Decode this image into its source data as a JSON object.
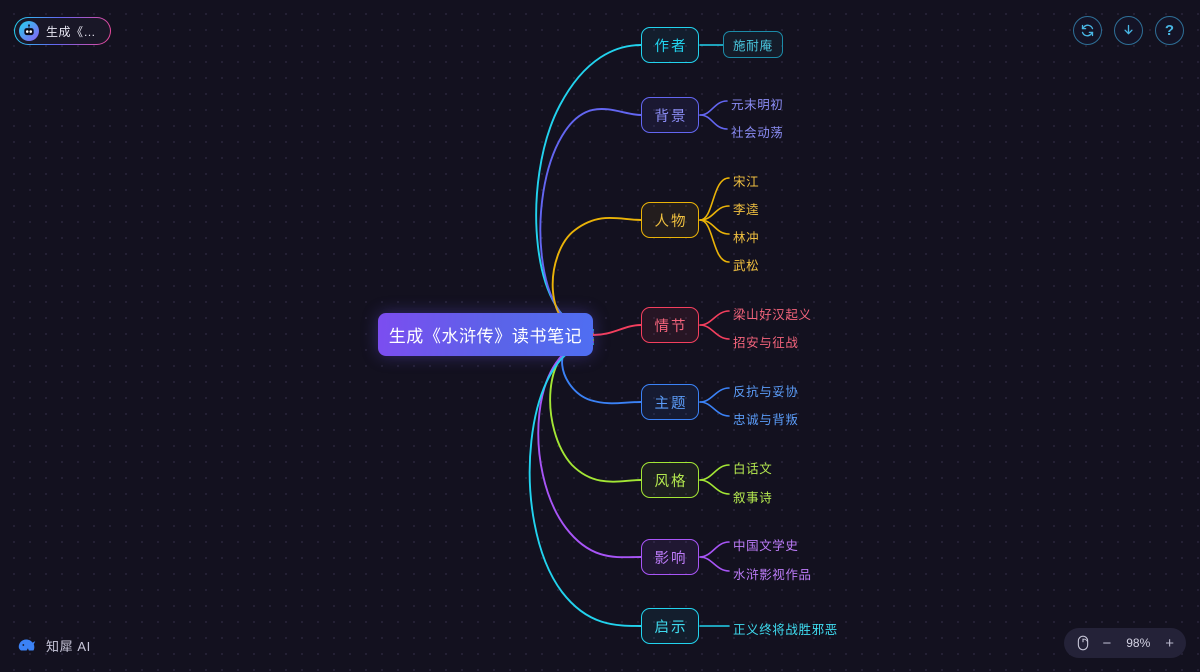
{
  "app": {
    "brand_name": "知犀 AI",
    "brand_icon": "rhino-logo-icon",
    "background_color": "#13111f"
  },
  "session_badge": {
    "label": "生成《…",
    "avatar_icon": "robot-avatar-icon"
  },
  "toolbar": {
    "buttons": [
      {
        "name": "regenerate-button",
        "icon": "refresh-sync-icon",
        "label": ""
      },
      {
        "name": "download-button",
        "icon": "arrow-down-icon",
        "label": ""
      },
      {
        "name": "help-button",
        "icon": "question-mark-icon",
        "label": "?"
      }
    ]
  },
  "zoom_control": {
    "mouse_icon": "mouse-icon",
    "minus_label": "−",
    "percent": "98%",
    "plus_label": "+"
  },
  "mindmap": {
    "root": {
      "label": "生成《水浒传》读书笔记",
      "color": "#6d5ae8"
    },
    "branches": [
      {
        "label": "作者",
        "color": "#22d3ee",
        "children": [
          {
            "label": "施耐庵",
            "boxed": true
          }
        ]
      },
      {
        "label": "背景",
        "color": "#6366f1",
        "children": [
          {
            "label": "元末明初"
          },
          {
            "label": "社会动荡"
          }
        ]
      },
      {
        "label": "人物",
        "color": "#eab308",
        "children": [
          {
            "label": "宋江"
          },
          {
            "label": "李逵"
          },
          {
            "label": "林冲"
          },
          {
            "label": "武松"
          }
        ]
      },
      {
        "label": "情节",
        "color": "#f43f5e",
        "children": [
          {
            "label": "梁山好汉起义"
          },
          {
            "label": "招安与征战"
          }
        ]
      },
      {
        "label": "主题",
        "color": "#3b82f6",
        "children": [
          {
            "label": "反抗与妥协"
          },
          {
            "label": "忠诚与背叛"
          }
        ]
      },
      {
        "label": "风格",
        "color": "#a3e635",
        "children": [
          {
            "label": "白话文"
          },
          {
            "label": "叙事诗"
          }
        ]
      },
      {
        "label": "影响",
        "color": "#a855f7",
        "children": [
          {
            "label": "中国文学史"
          },
          {
            "label": "水浒影视作品"
          }
        ]
      },
      {
        "label": "启示",
        "color": "#22d3ee",
        "children": [
          {
            "label": "正义终将战胜邪恶"
          }
        ]
      }
    ]
  }
}
